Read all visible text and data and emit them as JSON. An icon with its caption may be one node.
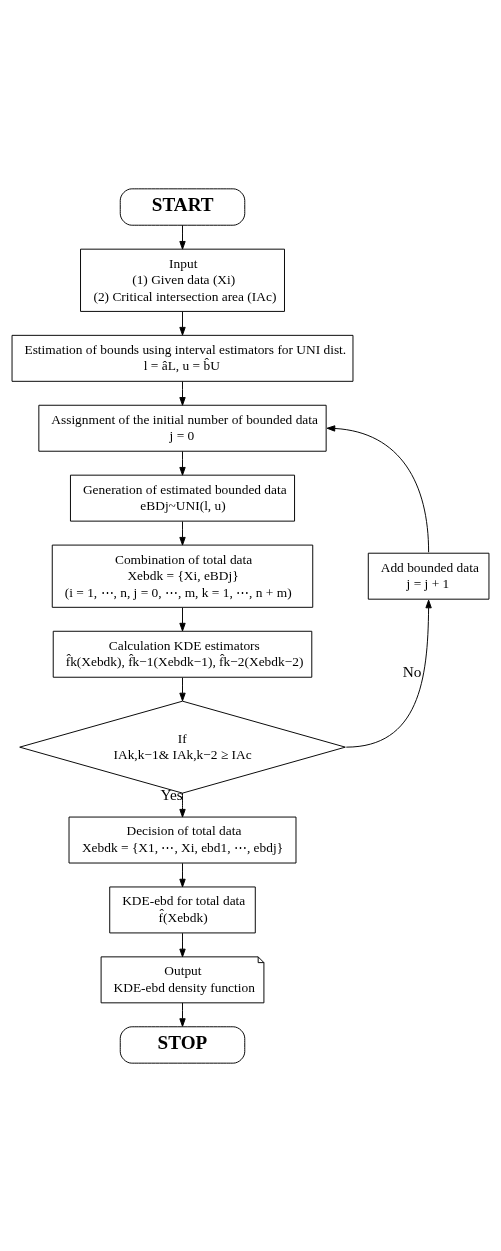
{
  "diagram": {
    "nodes": [
      {
        "text": [
          "START"
        ]
      },
      {
        "text": [
          "Input",
          "(1) Given data (Xi)",
          "(2) Critical intersection area (IAc)"
        ]
      },
      {
        "text": [
          "Estimation of bounds using interval estimators for UNI dist.",
          "l = âL, u = b̂U"
        ]
      },
      {
        "text": [
          "Assignment of the initial number of bounded data",
          "j = 0"
        ]
      },
      {
        "text": [
          "Generation of estimated bounded data",
          "eBDj~UNI(l, u)"
        ]
      },
      {
        "text": [
          "Combination of total data",
          "Xebdk = {Xi, eBDj}",
          "(i = 1, ⋯, n, j = 0, ⋯, m, k = 1, ⋯, n + m)"
        ]
      },
      {
        "text": [
          "Calculation KDE estimators",
          "f̂k(Xebdk), f̂k−1(Xebdk−1), f̂k−2(Xebdk−2)"
        ]
      },
      {
        "text": [
          "If",
          "IAk,k−1& IAk,k−2 ≥ IAc"
        ]
      },
      {
        "text": [
          "Add bounded data",
          "j = j + 1"
        ]
      },
      {
        "text": [
          "Decision of total data",
          "Xebdk = {X1, ⋯, Xi, ebd1, ⋯, ebdj}"
        ]
      },
      {
        "text": [
          "KDE-ebd for total data",
          "f̂(Xebdk)"
        ]
      },
      {
        "text": [
          "Output",
          "KDE-ebd density function"
        ]
      },
      {
        "text": [
          "STOP"
        ]
      }
    ],
    "edges": [
      {
        "from": 0,
        "to": 1,
        "arrow": "to"
      },
      {
        "from": 1,
        "to": 2,
        "arrow": "to"
      },
      {
        "from": 2,
        "to": 3,
        "arrow": "to"
      },
      {
        "from": 3,
        "to": 4,
        "arrow": "to"
      },
      {
        "from": 4,
        "to": 5,
        "arrow": "to"
      },
      {
        "from": 5,
        "to": 6,
        "arrow": "to"
      },
      {
        "from": 6,
        "to": 7,
        "arrow": "to"
      },
      {
        "from": 7,
        "to": 8,
        "arrow": "to",
        "label": "No"
      },
      {
        "from": 8,
        "to": 3,
        "arrow": "to"
      },
      {
        "from": 7,
        "to": 9,
        "arrow": "to",
        "label": "Yes"
      },
      {
        "from": 9,
        "to": 10,
        "arrow": "to"
      },
      {
        "from": 10,
        "to": 11,
        "arrow": "to"
      },
      {
        "from": 11,
        "to": 12,
        "arrow": "to"
      }
    ]
  }
}
